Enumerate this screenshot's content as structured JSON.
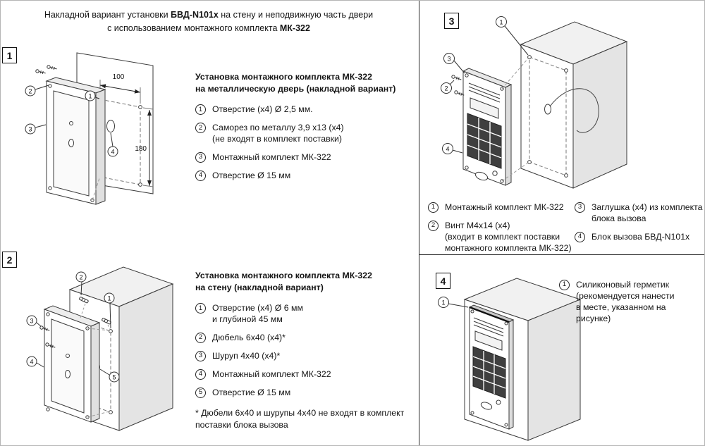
{
  "title": {
    "line1_pre": "Накладной вариант установки ",
    "line1_bold": "БВД-N101x",
    "line1_post": " на стену и неподвижную часть двери",
    "line2_pre": "с использованием монтажного комплекта ",
    "line2_bold": "МК-322"
  },
  "section1": {
    "number": "1",
    "heading1": "Установка монтажного комплекта МК-322",
    "heading2": "на металлическую дверь (накладной вариант)",
    "item1_num": "1",
    "item1_text": "Отверстие (x4) Ø 2,5 мм.",
    "item2_num": "2",
    "item2_line1": "Саморез по металлу 3,9 x13 (x4)",
    "item2_line2": "(не входят в комплект поставки)",
    "item3_num": "3",
    "item3_text": "Монтажный комплект МК-322",
    "item4_num": "4",
    "item4_text": "Отверстие Ø 15 мм",
    "dim_width": "100",
    "dim_height": "180",
    "c1": "1",
    "c2": "2",
    "c3": "3",
    "c4": "4"
  },
  "section2": {
    "number": "2",
    "heading1": "Установка монтажного комплекта МК-322",
    "heading2": "на стену (накладной вариант)",
    "item1_num": "1",
    "item1_line1": "Отверстие (x4) Ø 6 мм",
    "item1_line2": "и глубиной 45 мм",
    "item2_num": "2",
    "item2_text": "Дюбель 6x40 (x4)*",
    "item3_num": "3",
    "item3_text": "Шуруп 4x40 (x4)*",
    "item4_num": "4",
    "item4_text": "Монтажный комплект МК-322",
    "item5_num": "5",
    "item5_text": "Отверстие Ø 15 мм",
    "footnote_line1": "* Дюбели 6x40 и шурупы 4x40 не входят в комплект",
    "footnote_line2": "поставки блока вызова",
    "c1": "1",
    "c2": "2",
    "c3": "3",
    "c4": "4",
    "c5": "5"
  },
  "section3": {
    "number": "3",
    "item1_num": "1",
    "item1_text": "Монтажный комплект МК-322",
    "item2_num": "2",
    "item2_line1": "Винт М4х14 (x4)",
    "item2_line2": "(входит в комплект поставки",
    "item2_line3": "монтажного комплекта МК-322)",
    "item3_num": "3",
    "item3_line1": "Заглушка (x4) из комплекта",
    "item3_line2": "блока вызова",
    "item4_num": "4",
    "item4_text": "Блок вызова БВД-N101x",
    "c1": "1",
    "c2": "2",
    "c3": "3",
    "c4": "4"
  },
  "section4": {
    "number": "4",
    "item1_num": "1",
    "item1_line1": "Силиконовый герметик",
    "item1_line2": "(рекомендуется нанести",
    "item1_line3": "в месте, указанном на рисунке)",
    "c1": "1"
  }
}
